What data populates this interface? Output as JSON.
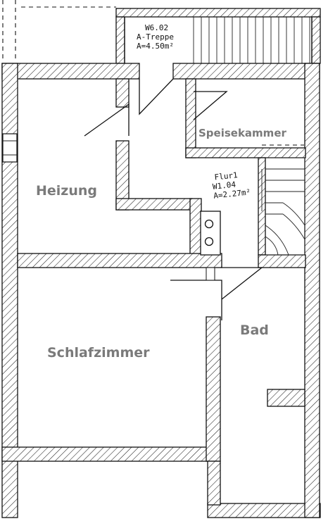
{
  "rooms": {
    "heizung": "Heizung",
    "speisekammer": "Speisekammer",
    "schlafzimmer": "Schlafzimmer",
    "bad": "Bad"
  },
  "treppe": {
    "id": "W6.02",
    "name": "A-Treppe",
    "area": "A=4.50m²"
  },
  "flur": {
    "name": "Flur1",
    "id": "W1.04",
    "area": "A=2.27m²"
  },
  "colors": {
    "label_gray": "#7a7a7a",
    "line": "#111111",
    "background": "#ffffff"
  }
}
